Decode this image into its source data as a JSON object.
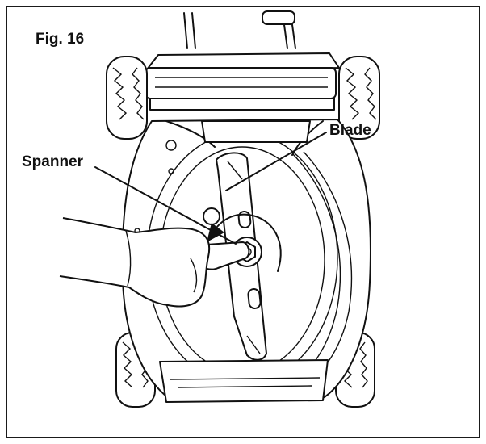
{
  "figure": {
    "label": "Fig. 16"
  },
  "callouts": {
    "blade": "Blade",
    "spanner": "Spanner"
  }
}
